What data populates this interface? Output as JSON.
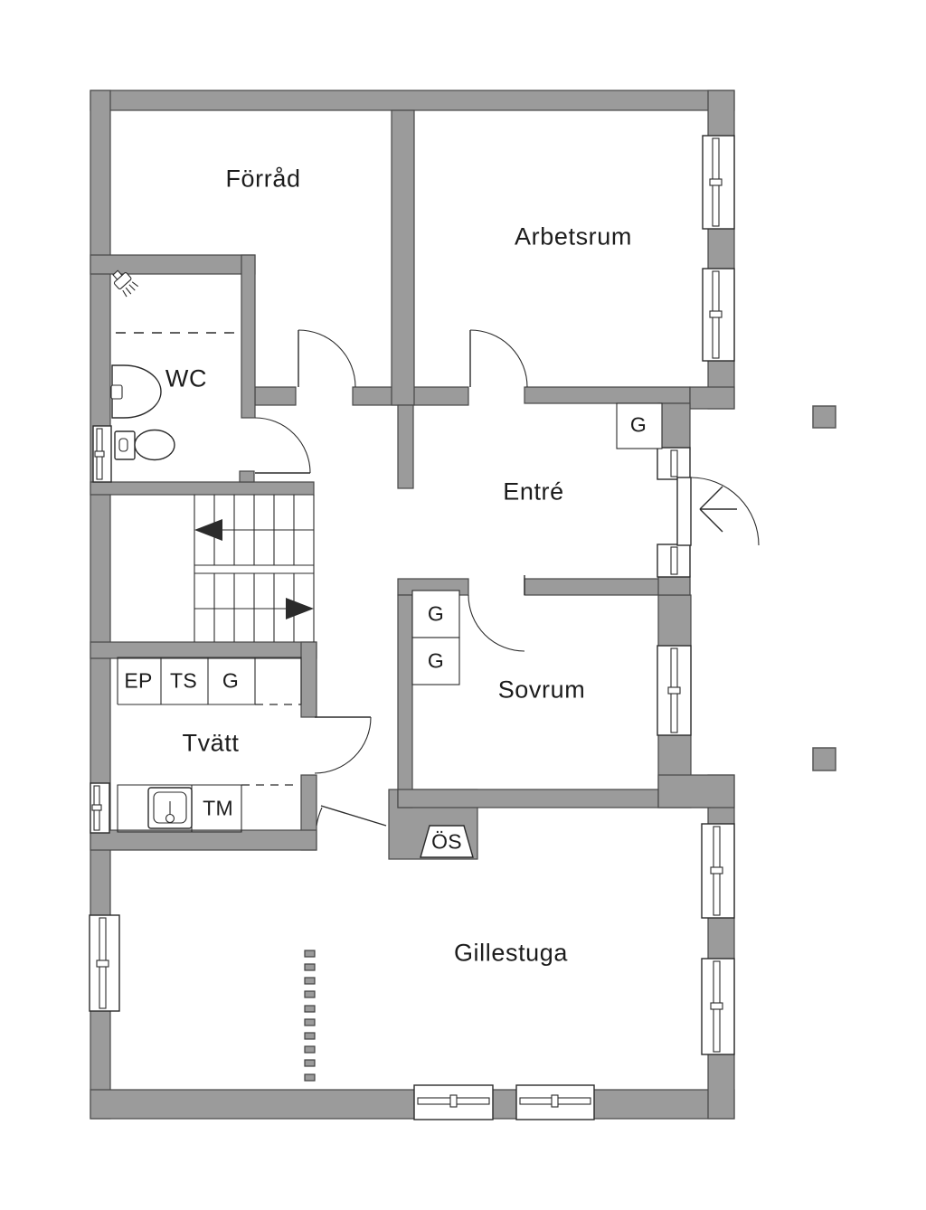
{
  "title": "Floor plan",
  "labels": {
    "forrad": "Förråd",
    "arbetsrum": "Arbetsrum",
    "wc": "WC",
    "entre": "Entré",
    "sovrum": "Sovrum",
    "tvatt": "Tvätt",
    "gillestuga": "Gillestuga",
    "closet_g_entre": "G",
    "closet_g_sovrum_1": "G",
    "closet_g_sovrum_2": "G",
    "closet_ep": "EP",
    "closet_ts": "TS",
    "closet_g_tvatt": "G",
    "washing_machine": "TM",
    "fireplace_flue": "ÖS"
  },
  "colors": {
    "wall": "#9b9b9b",
    "wall_outline": "#474747",
    "line": "#2b2b2b",
    "bg": "#ffffff",
    "text": "#1c1c1c"
  },
  "icons": [
    "toilet-icon",
    "sink-icon",
    "shower-icon",
    "laundry-sink-icon",
    "entry-arrow-icon",
    "stairs-up-arrow-icon",
    "stairs-down-arrow-icon",
    "fireplace-flue-shape",
    "plan-marker-square"
  ]
}
